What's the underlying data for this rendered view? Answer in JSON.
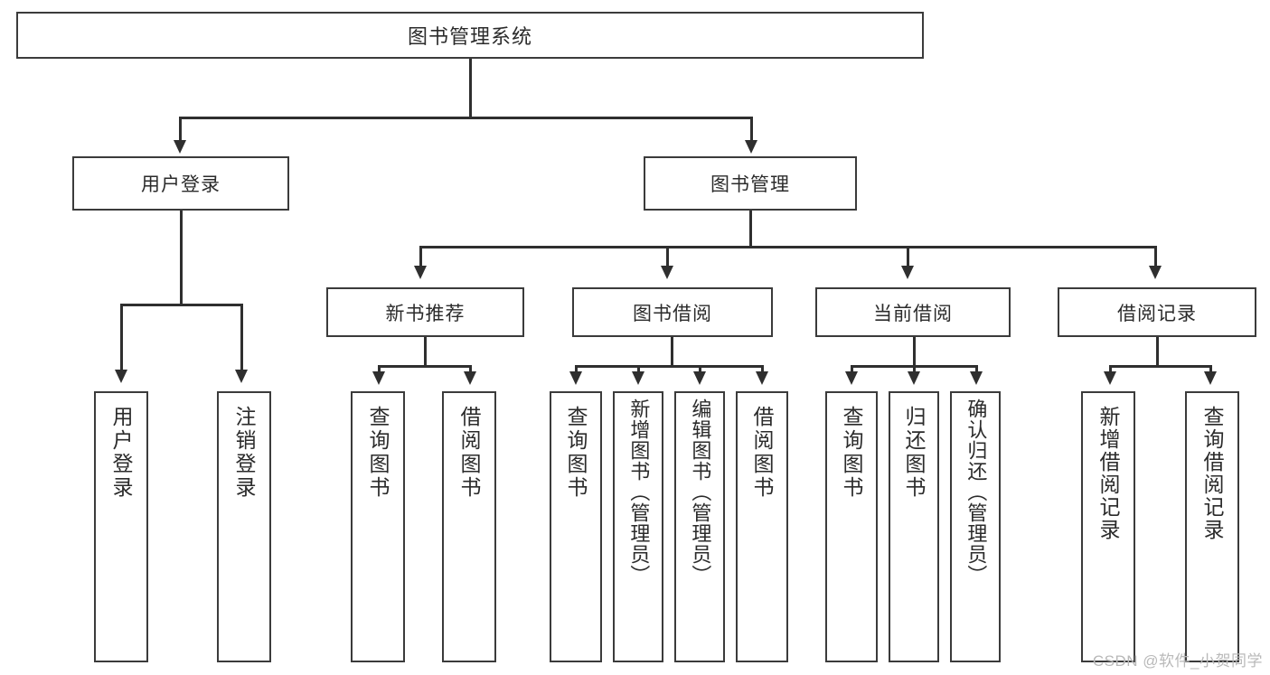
{
  "diagram": {
    "title": "图书管理系统",
    "watermark": "CSDN @软件_小贺同学",
    "type": "hierarchy-tree",
    "levels": 4,
    "nodes": {
      "root": {
        "label": "图书管理系统"
      },
      "level2": [
        {
          "id": "user-login",
          "label": "用户登录"
        },
        {
          "id": "book-manage",
          "label": "图书管理"
        }
      ],
      "level3": [
        {
          "id": "new-book-recommend",
          "label": "新书推荐"
        },
        {
          "id": "book-borrow",
          "label": "图书借阅"
        },
        {
          "id": "current-borrow",
          "label": "当前借阅"
        },
        {
          "id": "borrow-record",
          "label": "借阅记录"
        }
      ],
      "leaves": {
        "user_login": [
          {
            "id": "leaf-user-login",
            "label": "用户登录"
          },
          {
            "id": "leaf-logout-login",
            "label": "注销登录"
          }
        ],
        "new_book_recommend": [
          {
            "id": "leaf-query-book-1",
            "label": "查询图书"
          },
          {
            "id": "leaf-borrow-book-1",
            "label": "借阅图书"
          }
        ],
        "book_borrow": [
          {
            "id": "leaf-query-book-2",
            "label": "查询图书"
          },
          {
            "id": "leaf-add-book",
            "label": "新增图书（管理员）"
          },
          {
            "id": "leaf-edit-book",
            "label": "编辑图书（管理员）"
          },
          {
            "id": "leaf-borrow-book-2",
            "label": "借阅图书"
          }
        ],
        "current_borrow": [
          {
            "id": "leaf-query-book-3",
            "label": "查询图书"
          },
          {
            "id": "leaf-return-book",
            "label": "归还图书"
          },
          {
            "id": "leaf-confirm-return",
            "label": "确认归还（管理员）"
          }
        ],
        "borrow_record": [
          {
            "id": "leaf-add-record",
            "label": "新增借阅记录"
          },
          {
            "id": "leaf-query-record",
            "label": "查询借阅记录"
          }
        ]
      }
    },
    "colors": {
      "border": "#3b3b3b",
      "connector": "#2f2f2f",
      "text": "#2b2b2b",
      "background": "#ffffff",
      "watermark": "#b9b9b9"
    }
  }
}
